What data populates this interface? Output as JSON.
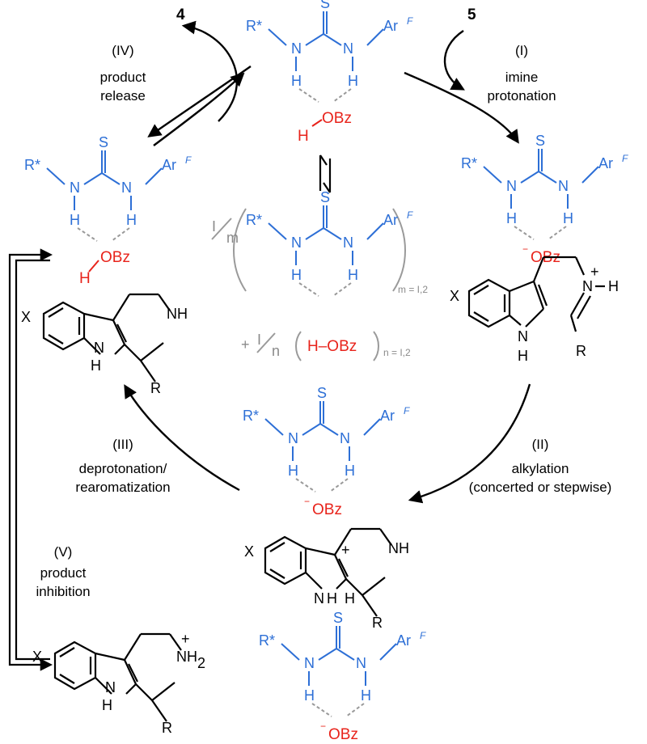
{
  "compounds": {
    "product": "4",
    "substrate": "5"
  },
  "steps": {
    "I": {
      "num": "(I)",
      "line1": "imine",
      "line2": "protonation"
    },
    "II": {
      "num": "(II)",
      "line1": "alkylation",
      "line2": "(concerted or stepwise)"
    },
    "III": {
      "num": "(III)",
      "line1": "deprotonation/",
      "line2": "rearomatization"
    },
    "IV": {
      "num": "(IV)",
      "line1": "product",
      "line2": "release"
    },
    "V": {
      "num": "(V)",
      "line1": "product",
      "line2": "inhibition"
    }
  },
  "thiourea": {
    "S": "S",
    "N": "N",
    "H": "H",
    "R": "R*",
    "Ar": "Ar",
    "ArSup": "F"
  },
  "acid": {
    "OBz": "OBz",
    "H": "H",
    "O": "O",
    "minus": "−",
    "HOBz": "H–OBz"
  },
  "ring": {
    "X": "X",
    "R": "R",
    "NH": "NH",
    "H": "H",
    "N": "N",
    "plus": "+",
    "NH2": "NH",
    "sub2": "2"
  },
  "equilibrium": {
    "one": "I",
    "m": "m",
    "n": "n",
    "plus": "+",
    "m_range": "m = I,2",
    "n_range": "n = I,2"
  },
  "colors": {
    "catalyst": "#2d6fd6",
    "acid": "#e8231b",
    "aggregate": "#8a8a8a"
  }
}
